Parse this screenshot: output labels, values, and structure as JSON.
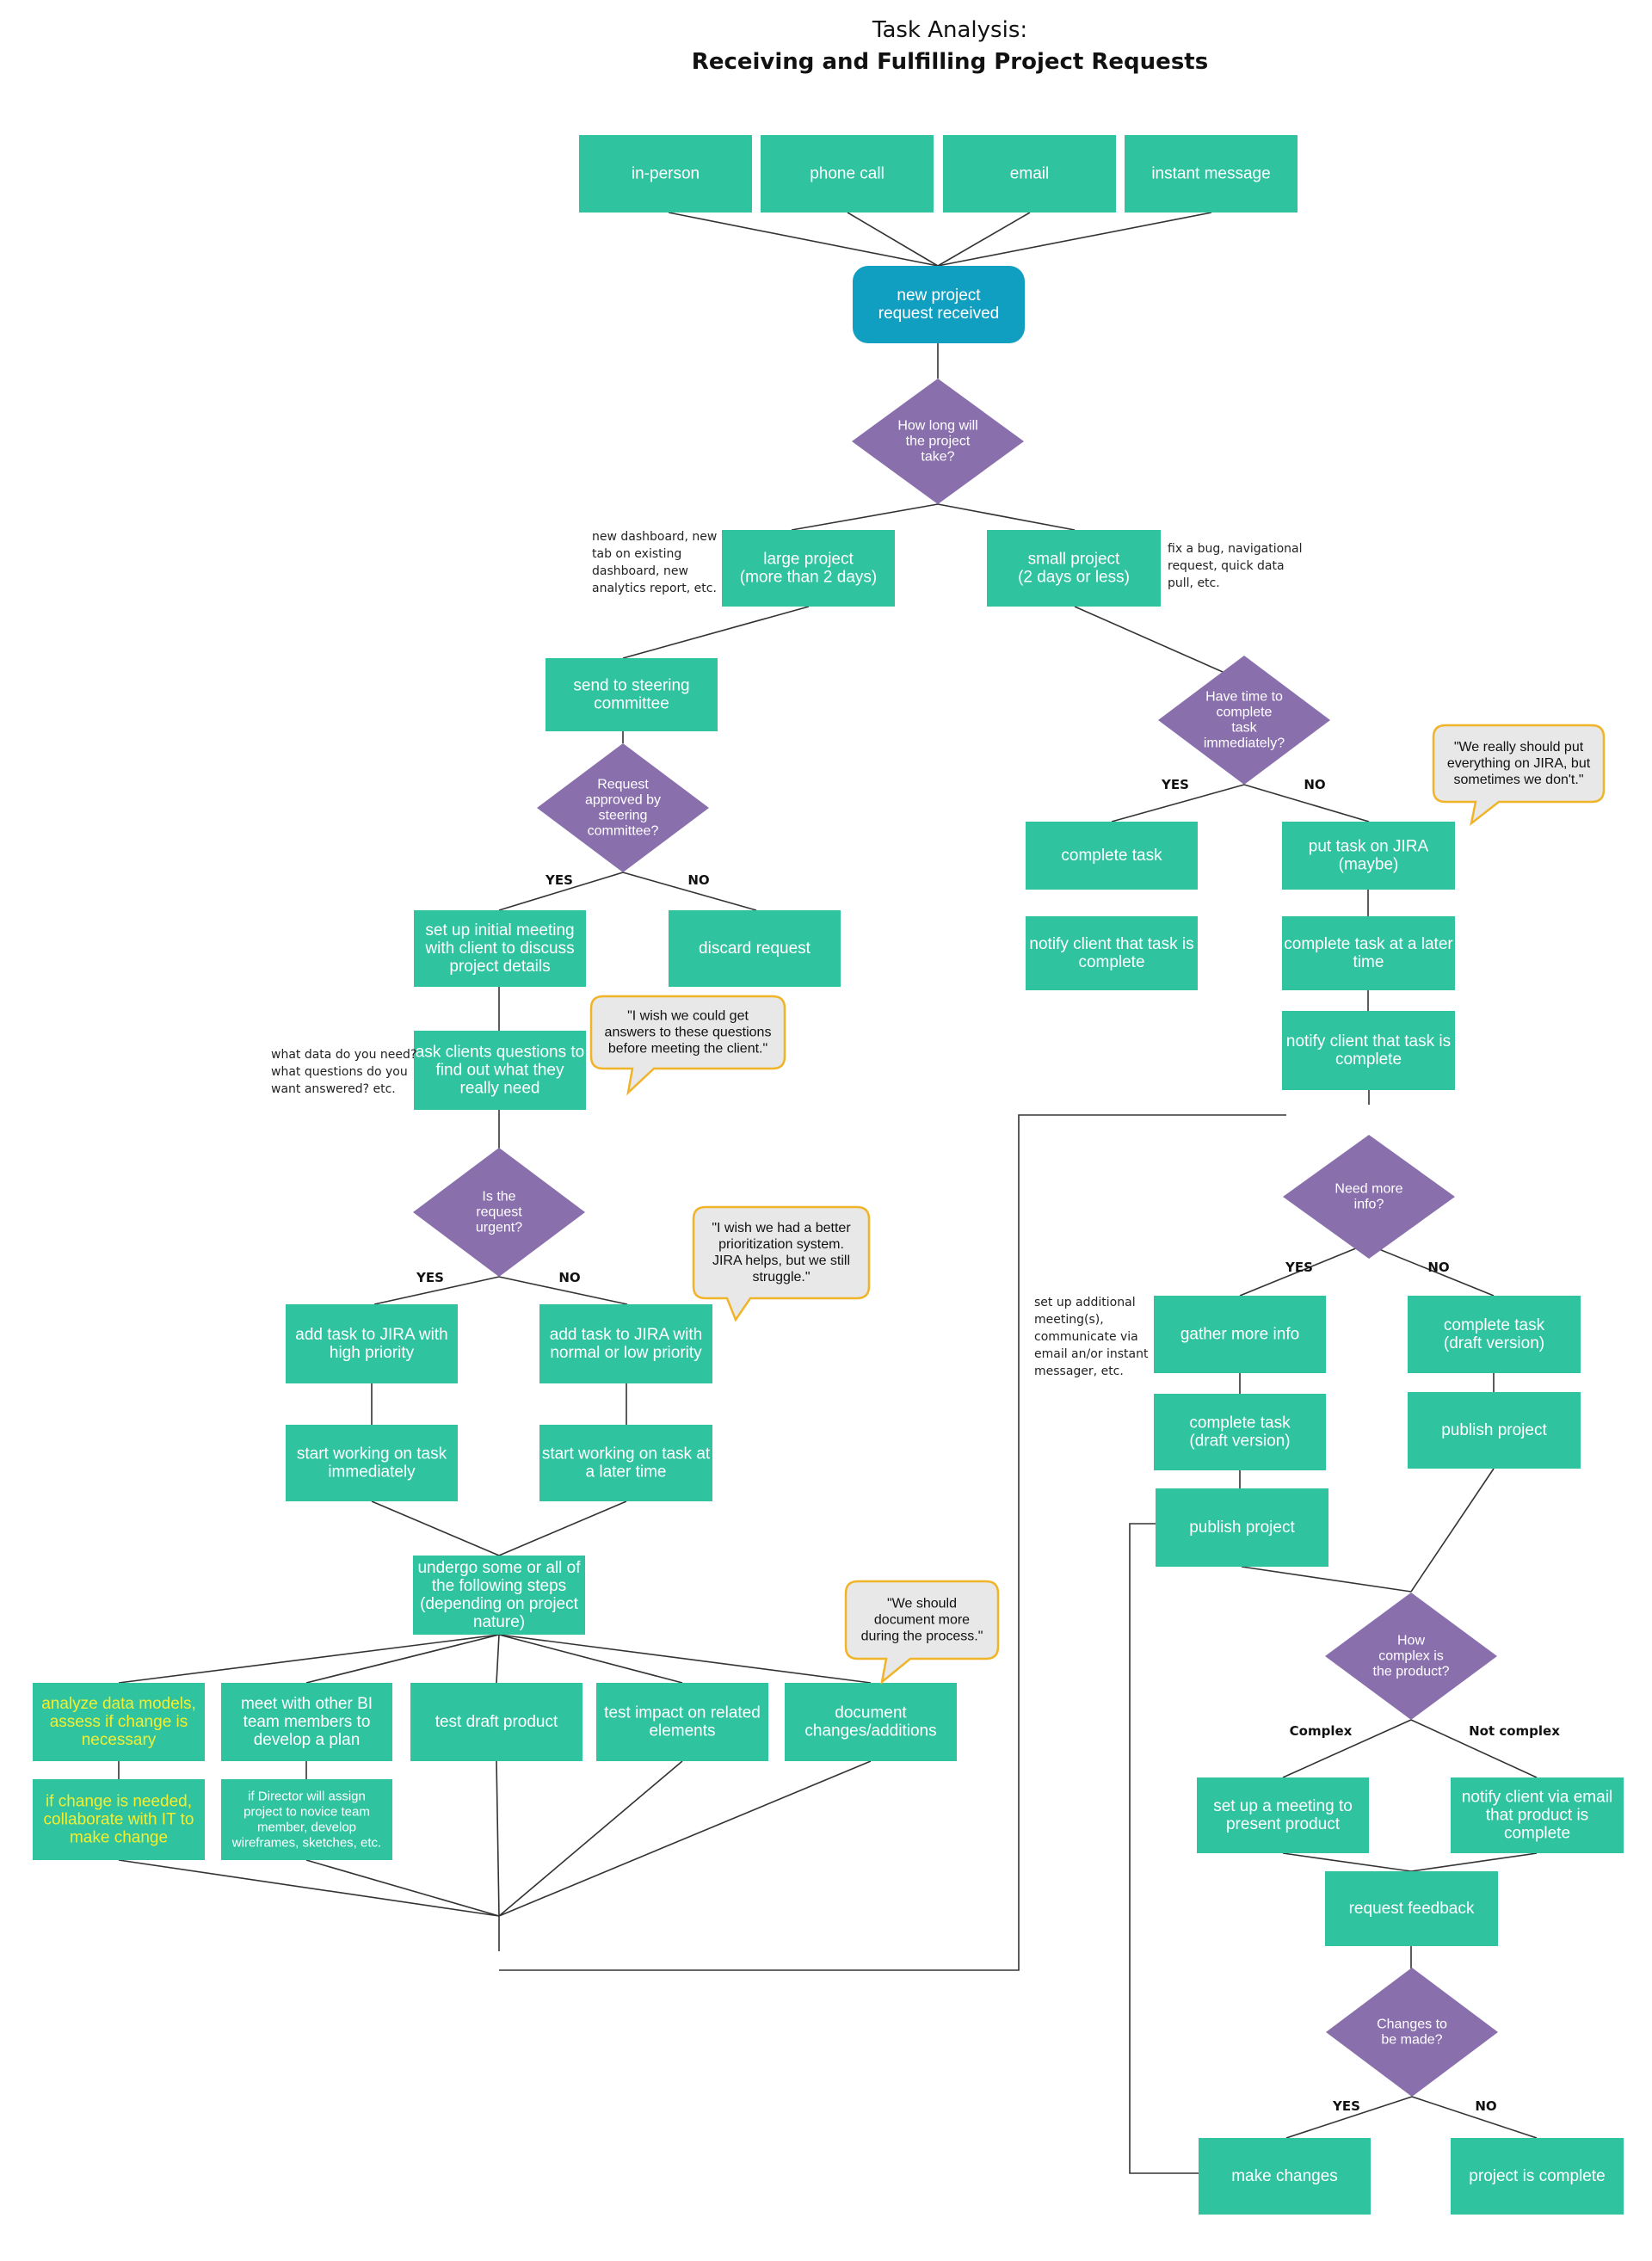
{
  "title": {
    "line1": "Task Analysis:",
    "line2": "Receiving and Fulfilling Project Requests"
  },
  "colors": {
    "process": "#2fc3a0",
    "decision": "#8a6fad",
    "start": "#119fc1",
    "callout_border": "#f0b429",
    "callout_fill": "#e8e8e8",
    "highlight_text": "#f5ee2e",
    "line": "#333333"
  },
  "nodes": {
    "in_person": [
      "in-person"
    ],
    "phone_call": [
      "phone call"
    ],
    "email": [
      "email"
    ],
    "instant_message": [
      "instant message"
    ],
    "new_request": [
      "new project",
      "request received"
    ],
    "how_long": [
      "How long will",
      "the project",
      "take?"
    ],
    "large_project": [
      "large project",
      "(more than 2 days)"
    ],
    "small_project": [
      "small project",
      "(2 days or less)"
    ],
    "steering": [
      "send to steering",
      "committee"
    ],
    "approved": [
      "Request",
      "approved by",
      "steering",
      "committee?"
    ],
    "initial_meeting": [
      "set up initial meeting",
      "with client to discuss",
      "project details"
    ],
    "discard": [
      "discard request"
    ],
    "ask_clients": [
      "ask clients questions to",
      "find out what they",
      "really need"
    ],
    "urgent": [
      "Is the",
      "request",
      "urgent?"
    ],
    "jira_high": [
      "add task to JIRA with",
      "high priority"
    ],
    "jira_normal": [
      "add task to JIRA with",
      "normal or low priority"
    ],
    "start_now": [
      "start working on task",
      "immediately"
    ],
    "start_later": [
      "start working on task at",
      "a later time"
    ],
    "undergo": [
      "undergo some or all of",
      "the following steps",
      "(depending on project",
      "nature)"
    ],
    "analyze": [
      "analyze data models,",
      "assess if change is",
      "necessary"
    ],
    "meet_bi": [
      "meet with other BI",
      "team members to",
      "develop a plan"
    ],
    "test_draft": [
      "test draft product"
    ],
    "test_impact": [
      "test impact on related",
      "elements"
    ],
    "document": [
      "document",
      "changes/additions"
    ],
    "collaborate_it": [
      "if change is needed,",
      "collaborate with IT to",
      "make change"
    ],
    "director_assign": [
      "if Director will assign",
      "project to novice team",
      "member, develop",
      "wireframes, sketches, etc."
    ],
    "have_time": [
      "Have time to",
      "complete",
      "task",
      "immediately?"
    ],
    "complete_task": [
      "complete task"
    ],
    "notify_complete_1": [
      "notify client that task is",
      "complete"
    ],
    "put_jira": [
      "put task on JIRA",
      "(maybe)"
    ],
    "complete_later": [
      "complete task at a later",
      "time"
    ],
    "notify_complete_2": [
      "notify client that task is",
      "complete"
    ],
    "need_info": [
      "Need more",
      "info?"
    ],
    "gather_info": [
      "gather more info"
    ],
    "complete_draft_1": [
      "complete task",
      "(draft version)"
    ],
    "publish_1": [
      "publish project"
    ],
    "complete_draft_2": [
      "complete task",
      "(draft version)"
    ],
    "publish_2": [
      "publish project"
    ],
    "how_complex": [
      "How",
      "complex is",
      "the product?"
    ],
    "setup_meeting": [
      "set up a meeting to",
      "present product"
    ],
    "notify_email": [
      "notify client via email",
      "that product is",
      "complete"
    ],
    "request_feedback": [
      "request feedback"
    ],
    "changes_made": [
      "Changes to",
      "be made?"
    ],
    "make_changes": [
      "make changes"
    ],
    "project_complete": [
      "project is complete"
    ]
  },
  "branches": {
    "yes": "YES",
    "no": "NO",
    "complex": "Complex",
    "not_complex": "Not complex"
  },
  "notes": {
    "large_examples": [
      "new dashboard, new",
      "tab on existing",
      "dashboard, new",
      "analytics report, etc."
    ],
    "small_examples": [
      "fix a bug, navigational",
      "request, quick data",
      "pull, etc."
    ],
    "client_questions": [
      "what data do you need?",
      "what questions do you",
      "want answered? etc."
    ],
    "more_info": [
      "set up additional",
      "meeting(s),",
      "communicate via",
      "email an/or instant",
      "messager, etc."
    ]
  },
  "callouts": {
    "jira_quote": [
      "\"We really should put",
      "everything on JIRA, but",
      "sometimes we don't.\""
    ],
    "answers_quote": [
      "\"I wish we could get",
      "answers to these questions",
      "before meeting the client.\""
    ],
    "priority_quote": [
      "\"I wish we had a better",
      "prioritization system.",
      "JIRA helps, but we still",
      "struggle.\""
    ],
    "document_quote": [
      "\"We should",
      "document more",
      "during the process.\""
    ]
  }
}
